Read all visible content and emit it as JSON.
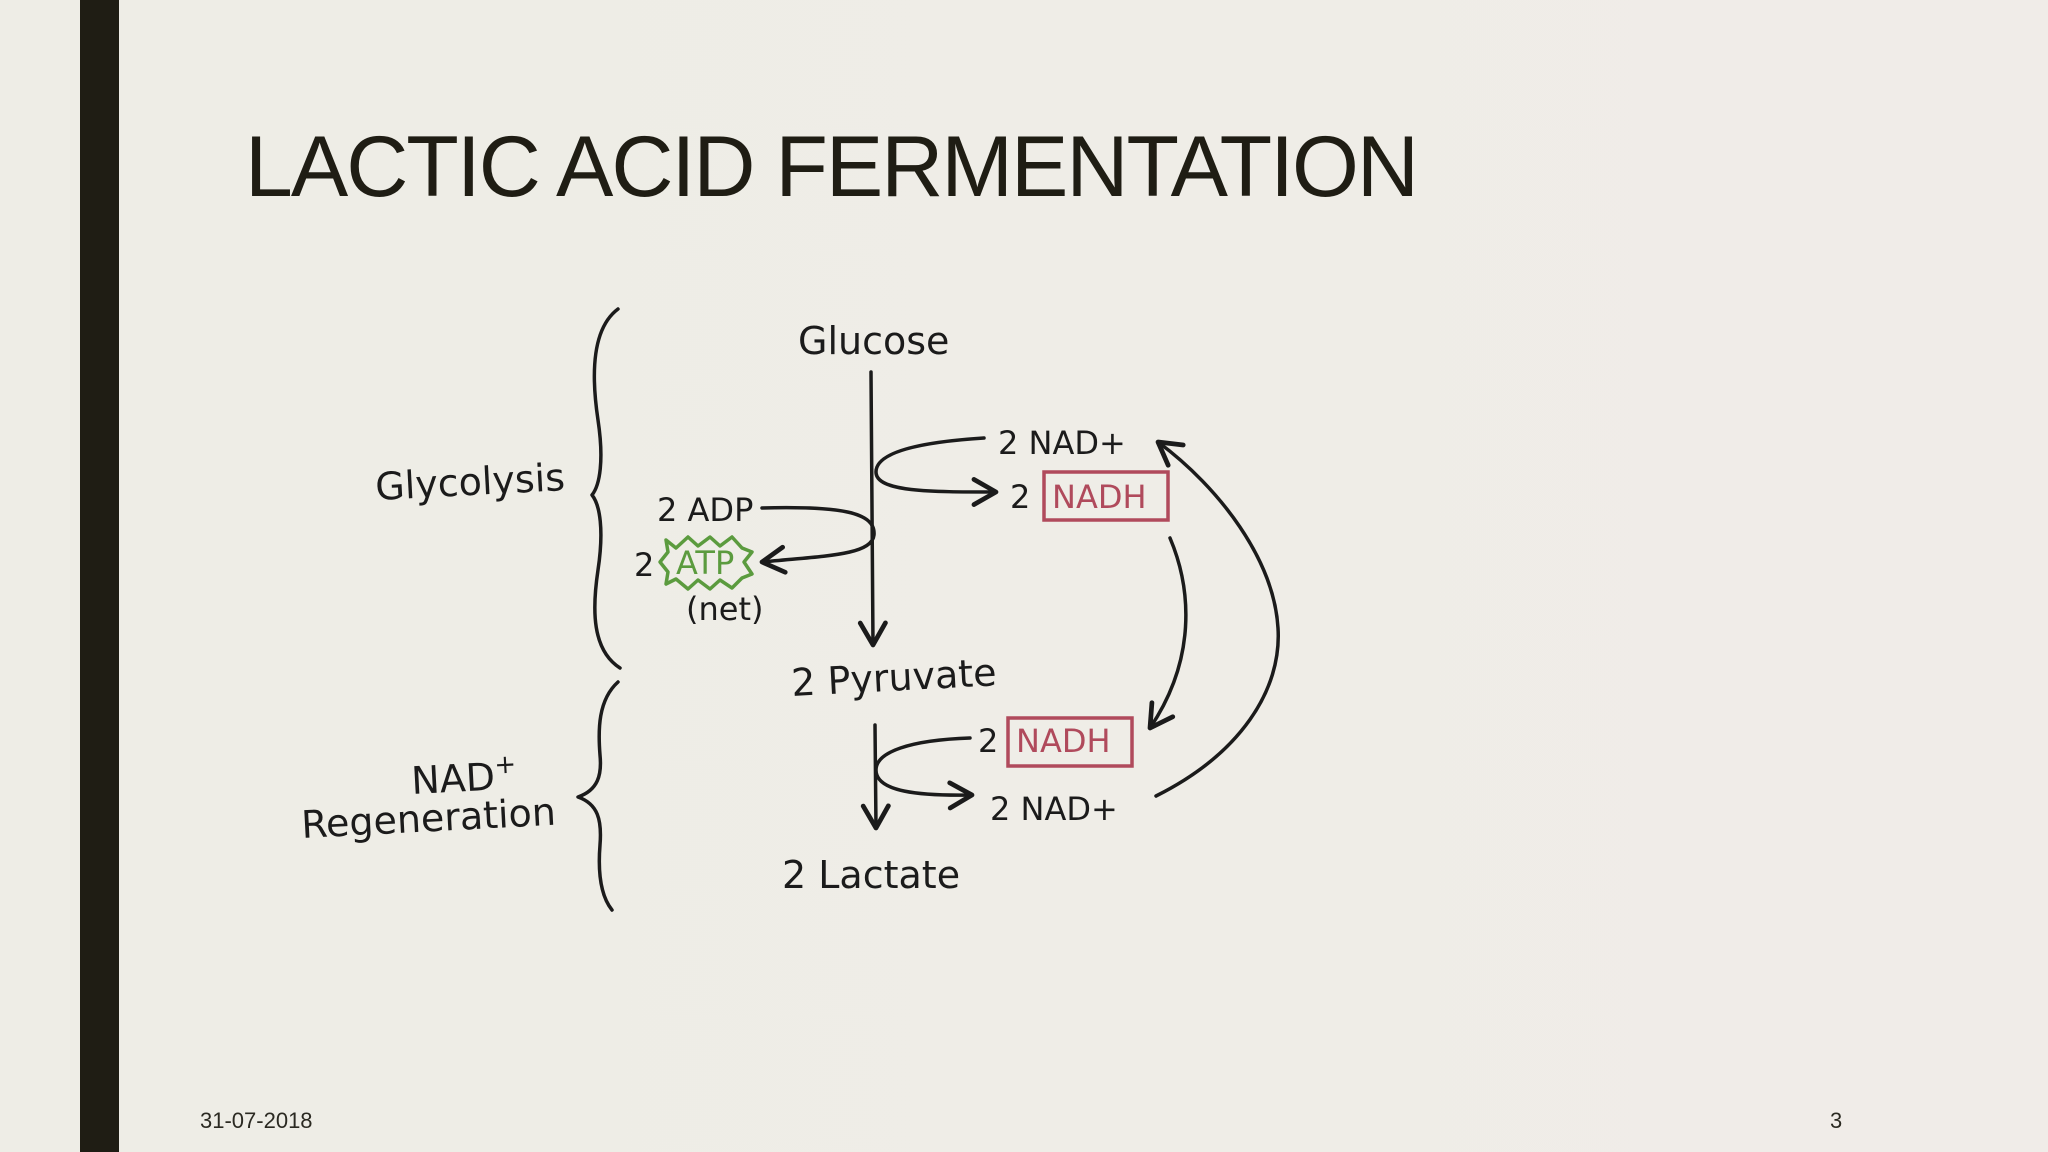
{
  "slide": {
    "title": "LACTIC ACID FERMENTATION",
    "date": "31-07-2018",
    "page_number": "3"
  },
  "diagram": {
    "phase_glycolysis": "Glycolysis",
    "phase_nad_line1": "NAD",
    "phase_nad_sup": "+",
    "phase_nad_line2": "Regeneration",
    "glucose": "Glucose",
    "pyruvate": "2 Pyruvate",
    "lactate": "2 Lactate",
    "adp": "2 ADP",
    "atp_count": "2",
    "atp": "ATP",
    "net": "(net)",
    "nad_plus_top": "2 NAD+",
    "nadh_top_count": "2",
    "nadh_top": "NADH",
    "nadh_bottom_count": "2",
    "nadh_bottom": "NADH",
    "nad_plus_bottom": "2 NAD+",
    "colors": {
      "nadh": "#b04a5c",
      "atp": "#5b9b3e",
      "ink": "#1b1b1b",
      "accent_bar": "#1f1d14"
    }
  }
}
